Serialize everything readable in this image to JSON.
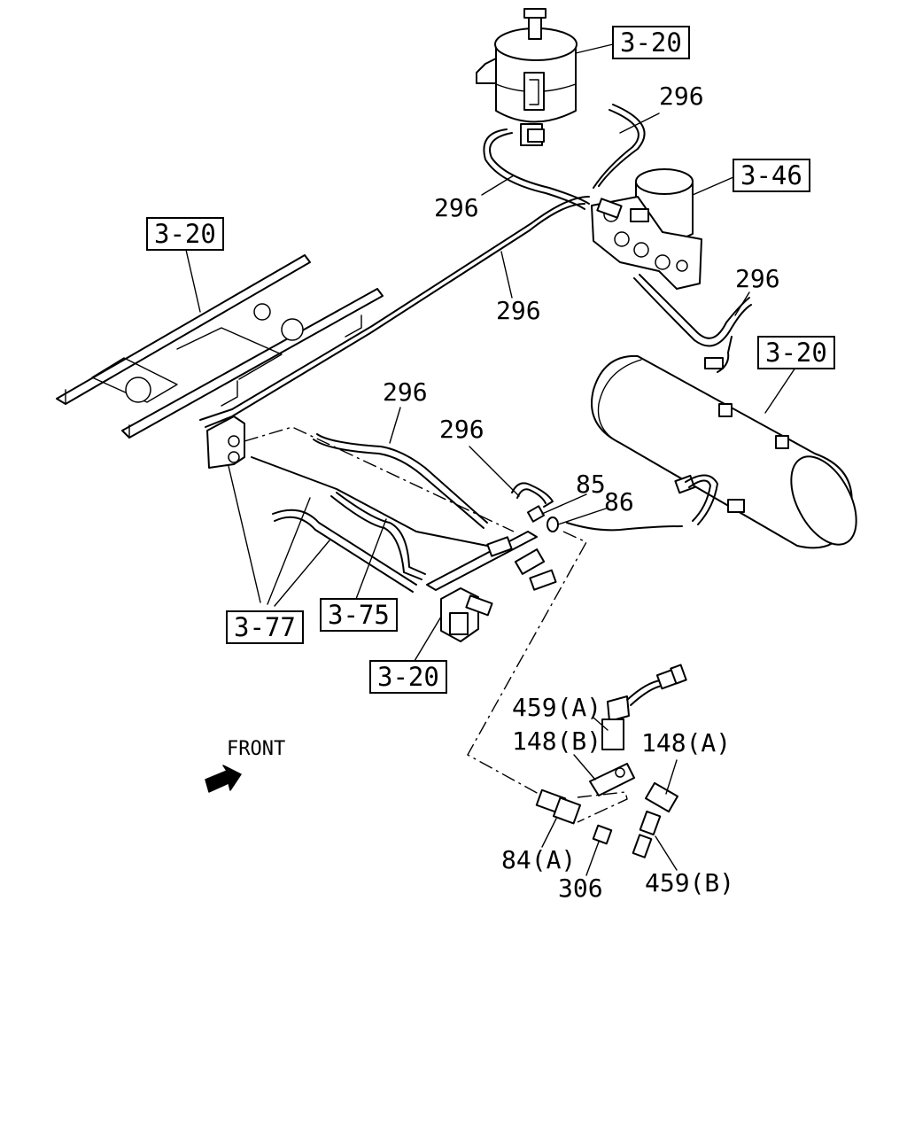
{
  "refs": {
    "top_tank": "3-20",
    "left_frame": "3-20",
    "dryer": "3-46",
    "right_tank": "3-20",
    "pipes_a": "3-77",
    "pipes_b": "3-75",
    "bracket": "3-20"
  },
  "labels": {
    "pipe_1": "296",
    "pipe_2": "296",
    "pipe_3": "296",
    "pipe_4": "296",
    "pipe_5": "296",
    "pipe_6": "296",
    "nut": "85",
    "washer": "86",
    "switch_a": "459(A)",
    "connector_b": "148(B)",
    "connector_a": "148(A)",
    "fitting": "84(A)",
    "plug": "306",
    "switch_b": "459(B)"
  },
  "front": "FRONT"
}
